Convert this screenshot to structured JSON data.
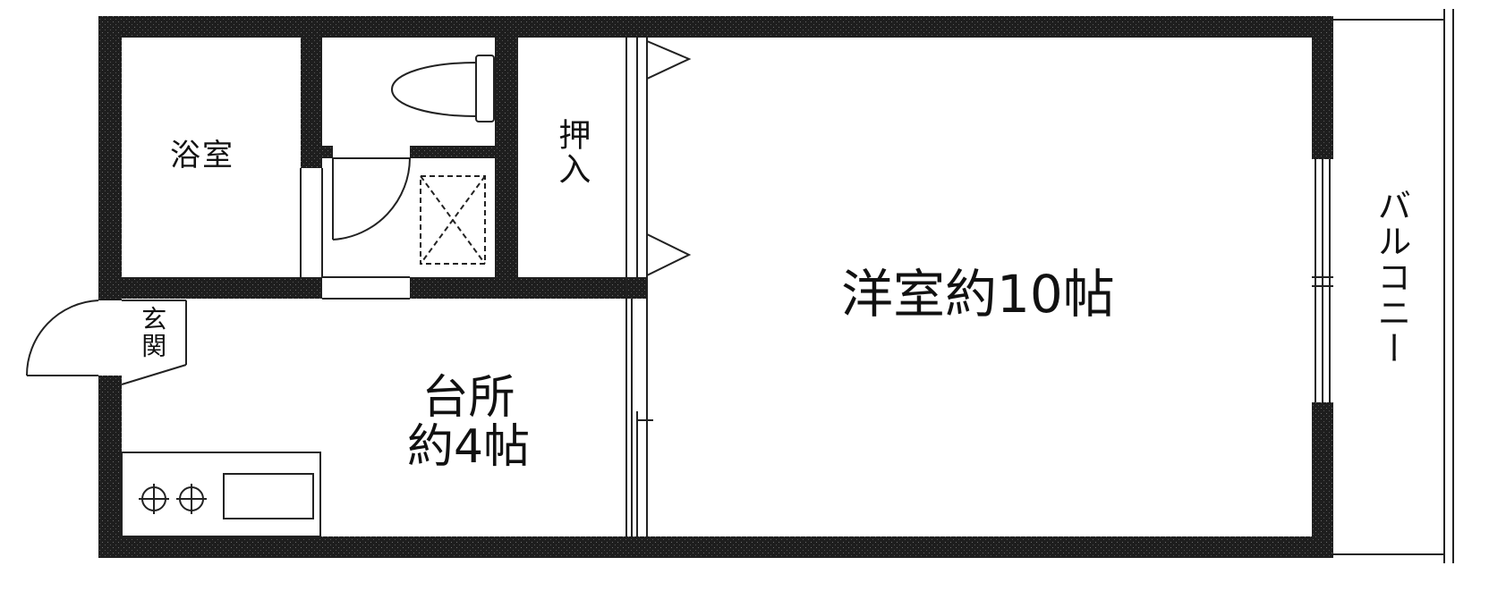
{
  "rooms": {
    "bathroom": "浴室",
    "closet": "押\n入",
    "entrance": "玄\n関",
    "kitchen": "台所\n約4帖",
    "western_room": "洋室約10帖",
    "balcony": "バ\nル\nコ\nニ\nー"
  },
  "icons": [
    "toilet-icon",
    "stove-burner-icon",
    "sink-icon",
    "door-swing-icon",
    "washer-space-icon"
  ],
  "colors": {
    "wall": "#1e1e1e",
    "line": "#222222",
    "background": "#ffffff"
  }
}
